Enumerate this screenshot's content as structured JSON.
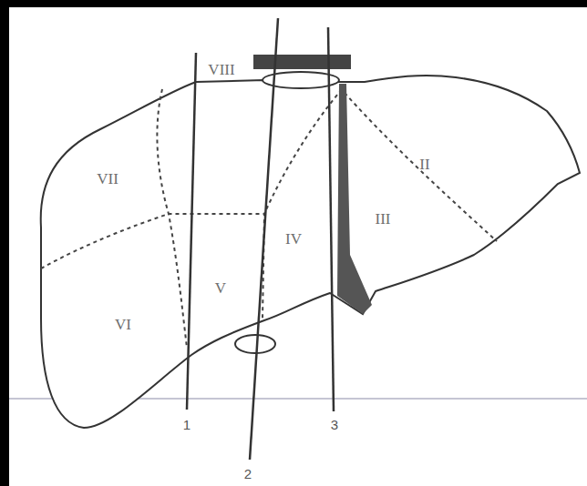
{
  "diagram": {
    "labels": [
      "VIII",
      "VII",
      "IV",
      "III",
      "II",
      "V",
      "VI",
      "1",
      "2",
      "3"
    ]
  }
}
